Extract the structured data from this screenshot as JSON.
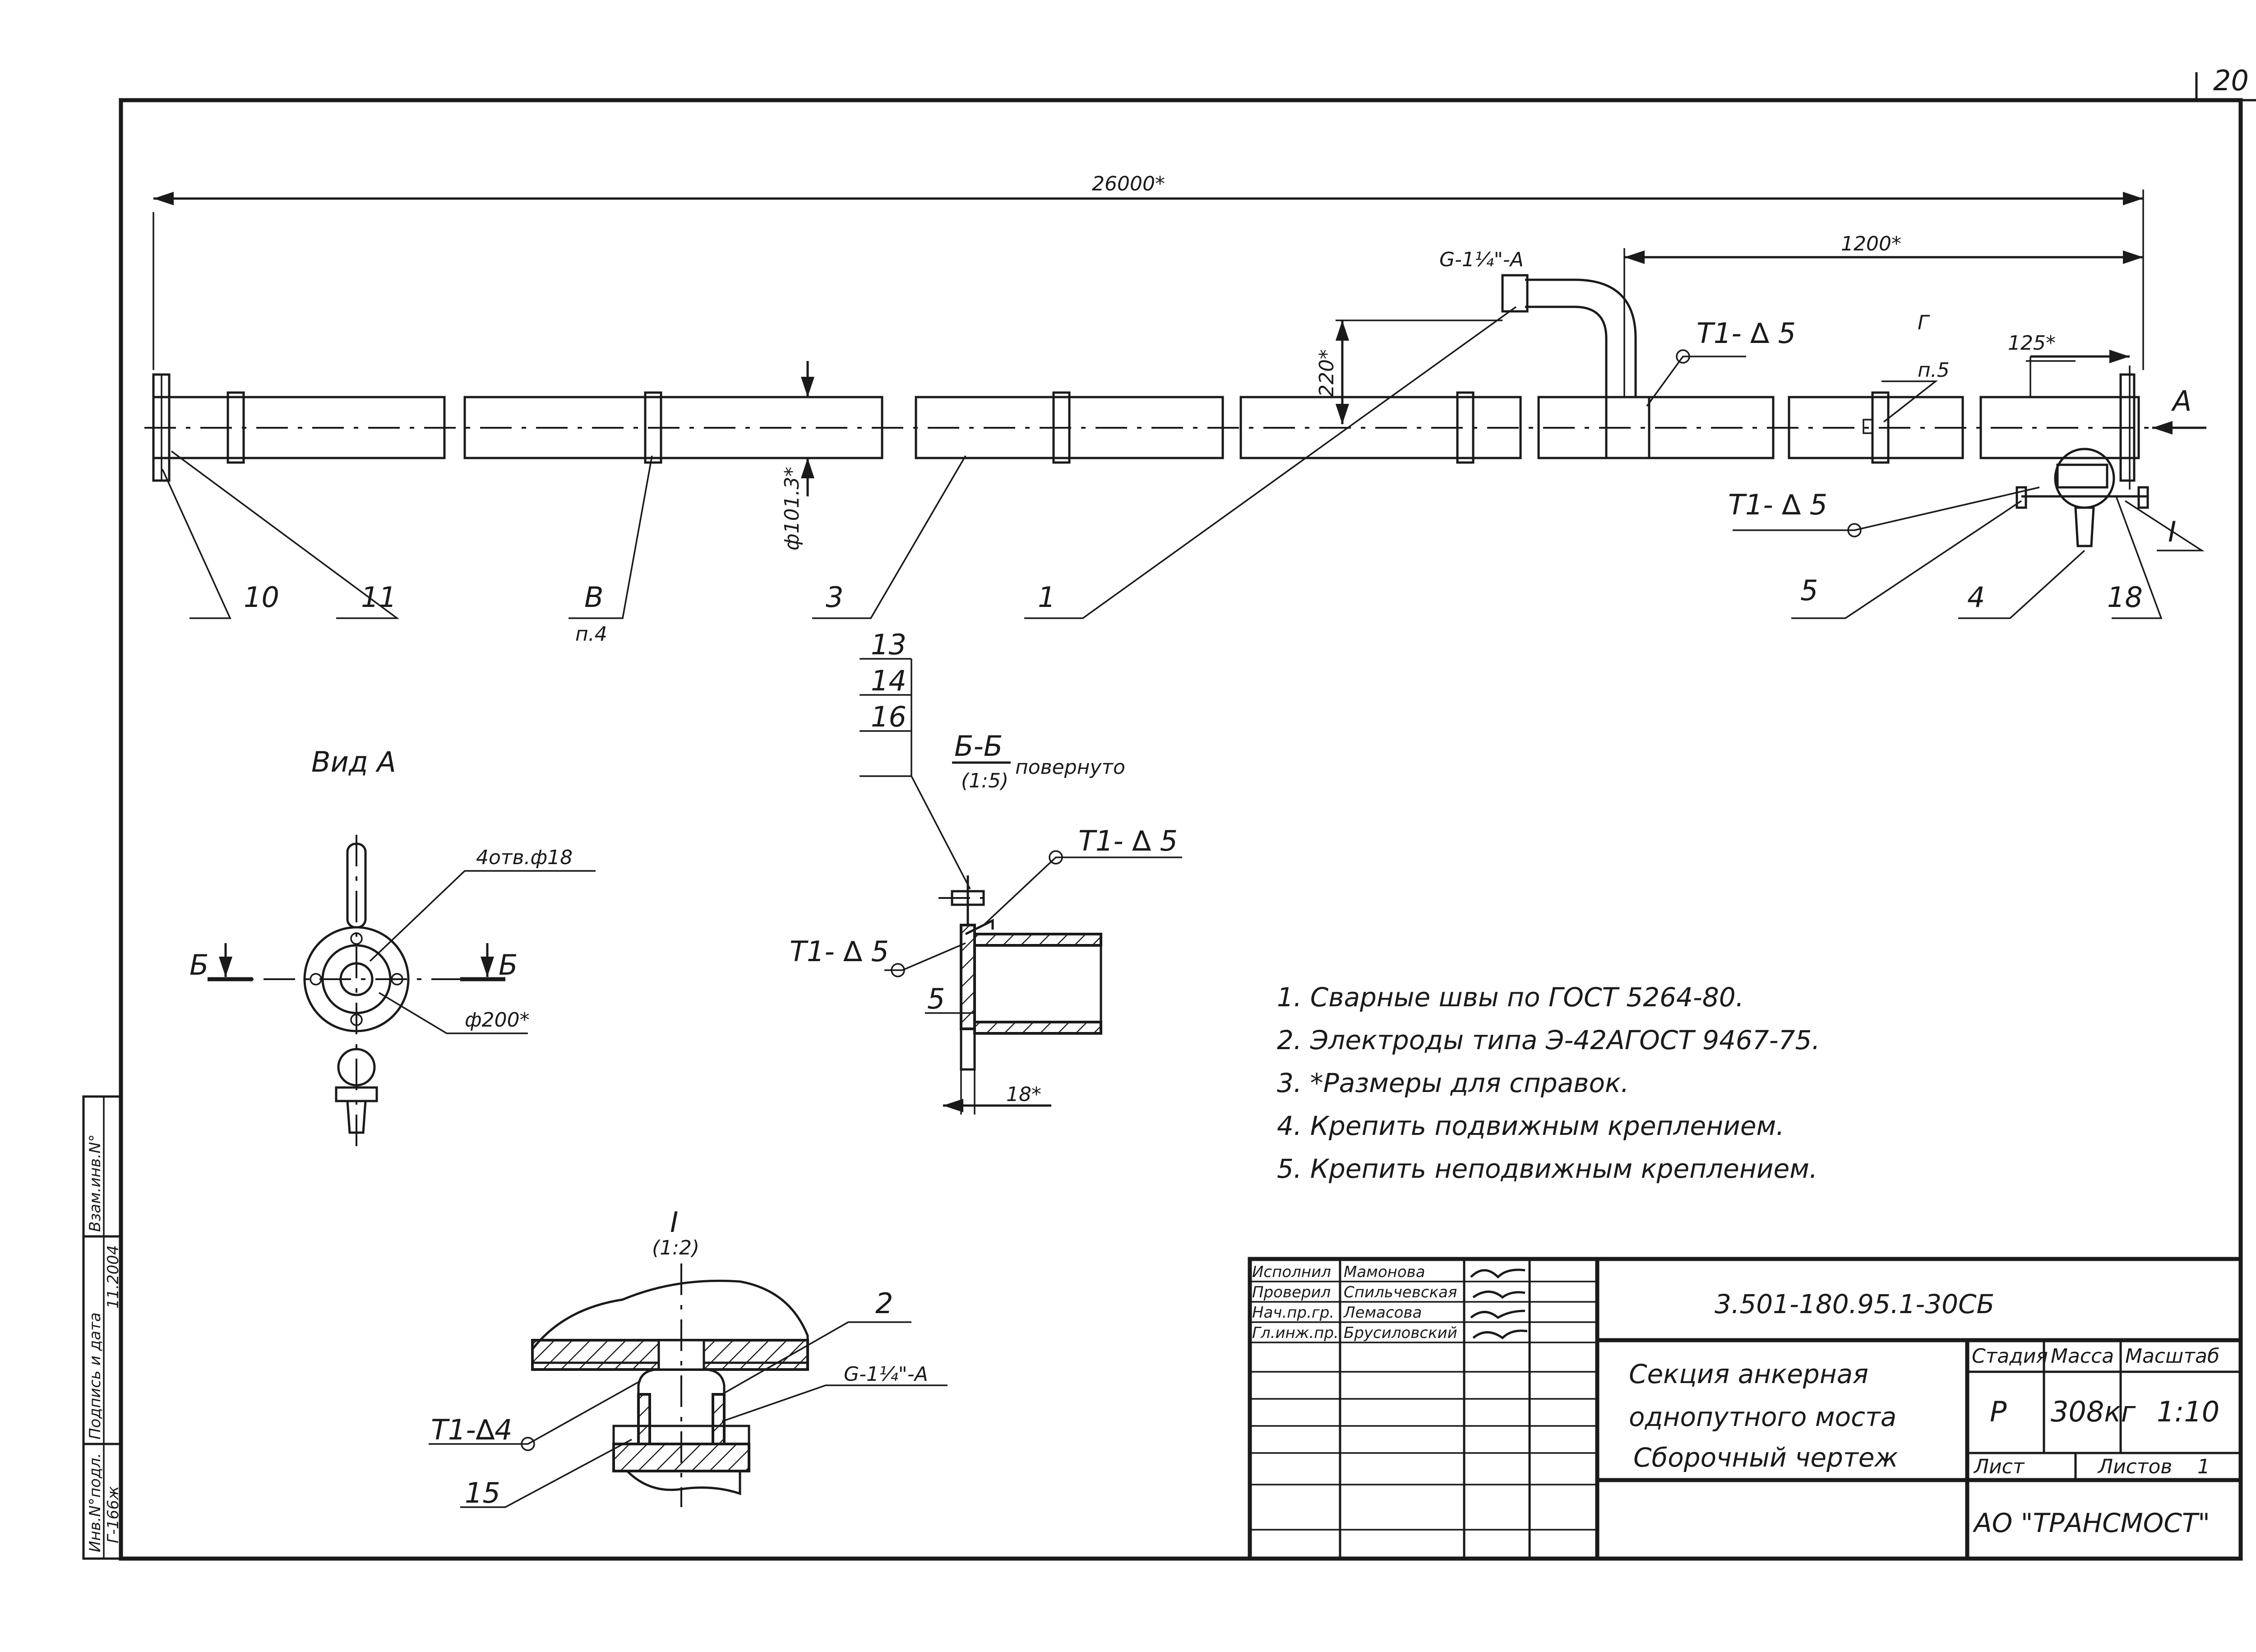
{
  "sheet_number": "20",
  "dimensions": {
    "overall_length": "26000*",
    "tail_length": "1200*",
    "riser_height": "220*",
    "pipe_diameter": "ф101.3*",
    "end_offset": "125*",
    "flange_diameter": "ф200*",
    "holes": "4отв.ф18",
    "section_gap": "5",
    "section_length": "18*"
  },
  "fitting_label": "G-1¼\"-A",
  "weld_symbols": {
    "t1_d5": "T1- ∆ 5",
    "t1_d4": "T1-∆4"
  },
  "callouts": {
    "p11": "11",
    "p10": "10",
    "pB": "В",
    "pB_note": "п.4",
    "p3": "3",
    "p1": "1",
    "p5": "5",
    "p4": "4",
    "p18": "18",
    "pG": "Г",
    "pG_note": "п.5",
    "pA": "А",
    "pI": "I",
    "p13": "13",
    "p14": "14",
    "p16": "16",
    "p2": "2",
    "p15": "15"
  },
  "views": {
    "view_a": "Вид А",
    "cut_left": "Б",
    "cut_right": "Б",
    "section_title": "Б-Б",
    "section_scale": "(1:5)",
    "section_note": "повернуто",
    "detail_title": "I",
    "detail_scale": "(1:2)"
  },
  "notes": [
    "1.  Сварные швы по ГОСТ 5264-80.",
    "2.  Электроды типа Э-42АГОСТ 9467-75.",
    "3.  *Размеры для справок.",
    "4.  Крепить подвижным креплением.",
    "5.  Крепить неподвижным креплением."
  ],
  "title_block": {
    "signatures": [
      {
        "role": "Исполнил",
        "name": "Мамонова"
      },
      {
        "role": "Проверил",
        "name": "Спильчевская"
      },
      {
        "role": "Нач.пр.гр.",
        "name": "Лемасова"
      },
      {
        "role": "Гл.инж.пр.",
        "name": "Брусиловский"
      }
    ],
    "doc_code": "3.501-180.95.1-30СБ",
    "title_lines": [
      "Секция анкерная",
      "однопутного моста",
      "Сборочный чертеж"
    ],
    "stage_header": "Стадия",
    "mass_header": "Масса",
    "scale_header": "Масштаб",
    "stage": "Р",
    "mass": "308кг",
    "scale": "1:10",
    "sheet_label": "Лист",
    "sheets_label": "Листов",
    "sheets_total": "1",
    "company": "АО \"ТРАНСМОСТ\""
  },
  "side_stamp": {
    "inv_label": "Инв.N°подл.",
    "sign_label": "Подпись и дата",
    "replace_label": "Взам.инв.N°",
    "inv_value": "Г-166ж",
    "sign_value": "11.2004"
  }
}
